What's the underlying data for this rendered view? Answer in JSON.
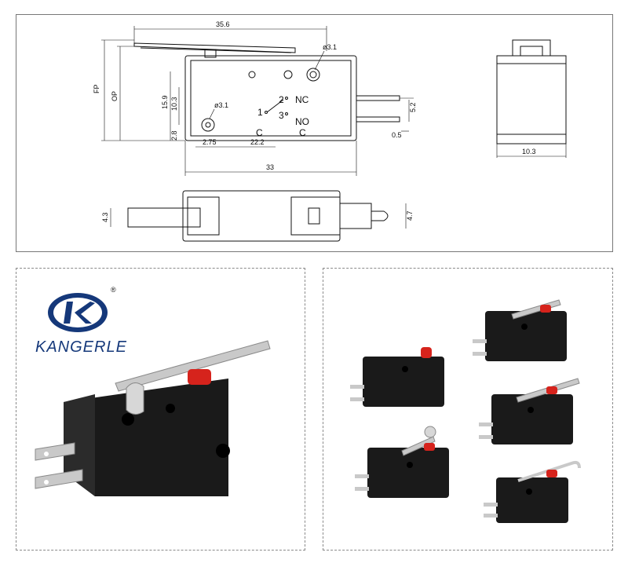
{
  "drawing": {
    "dimensions": {
      "total_length": "35.6",
      "hole_right": "ø3.1",
      "hole_left": "ø3.1",
      "fp": "FP",
      "op": "OP",
      "height_15_9": "15.9",
      "height_10_3": "10.3",
      "offset_2_8": "2.8",
      "offset_2_75": "2.75",
      "pitch_22_2": "22.2",
      "body_length": "33",
      "terminal_5_2": "5.2",
      "terminal_0_5": "0.5",
      "side_width": "10.3",
      "bottom_4_3": "4.3",
      "bottom_4_7": "4.7"
    },
    "terminals": {
      "nc_num": "2",
      "nc_label": "NC",
      "com_num": "1",
      "no_num": "3",
      "no_label": "NO",
      "c_left": "C",
      "c_right": "C"
    }
  },
  "brand": {
    "name": "KANGERLE",
    "registered": "®"
  },
  "colors": {
    "brand_blue": "#15387a",
    "body_black": "#1a1a1a",
    "button_red": "#d6231c",
    "metal": "#c9c9c9"
  }
}
